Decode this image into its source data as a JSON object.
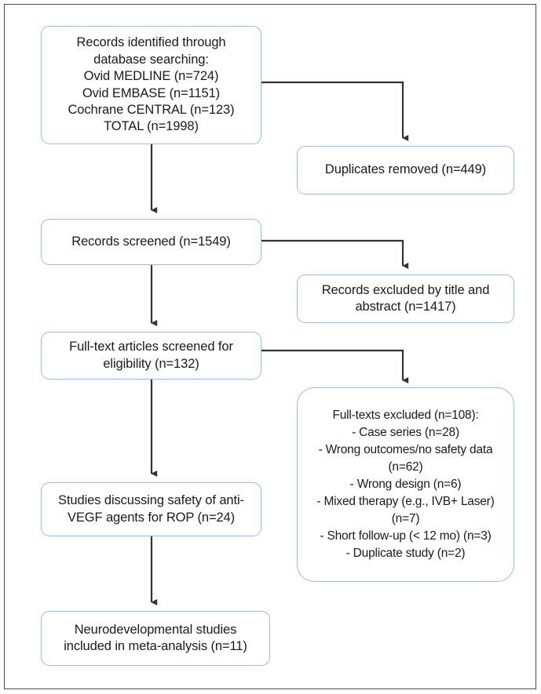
{
  "figure": {
    "type": "prisma-flow-diagram",
    "border_color": "#9dbbdd",
    "connector_color": "#333333",
    "frame_color": "#4a4a4a",
    "background": "#ffffff"
  },
  "nodes": {
    "identification": {
      "lines": [
        "Records identified through",
        "database searching:",
        "Ovid MEDLINE (n=724)",
        "Ovid EMBASE (n=1151)",
        "Cochrane CENTRAL (n=123)",
        "TOTAL (n=1998)"
      ]
    },
    "duplicates_removed": {
      "lines": [
        "Duplicates removed (n=449)"
      ]
    },
    "records_screened": {
      "lines": [
        "Records screened (n=1549)"
      ]
    },
    "records_excluded": {
      "lines": [
        "Records excluded by title and",
        "abstract (n=1417)"
      ]
    },
    "fulltext_screened": {
      "lines": [
        "Full-text articles screened for",
        "eligibility (n=132)"
      ]
    },
    "fulltext_excluded": {
      "lines": [
        "Full-texts excluded (n=108):",
        "- Case series (n=28)",
        "- Wrong outcomes/no safety data",
        "(n=62)",
        "- Wrong design (n=6)",
        "- Mixed therapy (e.g., IVB+ Laser)",
        "(n=7)",
        "- Short follow-up (< 12 mo) (n=3)",
        "- Duplicate study (n=2)"
      ]
    },
    "studies_included": {
      "lines": [
        "Studies discussing safety of anti-",
        "VEGF agents for ROP (n=24)"
      ]
    },
    "meta_analysis": {
      "lines": [
        "Neurodevelopmental studies",
        "included in meta-analysis (n=11)"
      ]
    }
  },
  "chart_data": {
    "type": "diagram",
    "title": "PRISMA study selection flow",
    "stages": [
      {
        "id": "identification",
        "label": "Records identified through database searching",
        "n": 1998,
        "sources": [
          {
            "name": "Ovid MEDLINE",
            "n": 724
          },
          {
            "name": "Ovid EMBASE",
            "n": 1151
          },
          {
            "name": "Cochrane CENTRAL",
            "n": 123
          }
        ]
      },
      {
        "id": "duplicates_removed",
        "label": "Duplicates removed",
        "n": 449
      },
      {
        "id": "records_screened",
        "label": "Records screened",
        "n": 1549
      },
      {
        "id": "records_excluded",
        "label": "Records excluded by title and abstract",
        "n": 1417
      },
      {
        "id": "fulltext_screened",
        "label": "Full-text articles screened for eligibility",
        "n": 132
      },
      {
        "id": "fulltext_excluded",
        "label": "Full-texts excluded",
        "n": 108,
        "reasons": [
          {
            "name": "Case series",
            "n": 28
          },
          {
            "name": "Wrong outcomes/no safety data",
            "n": 62
          },
          {
            "name": "Wrong design",
            "n": 6
          },
          {
            "name": "Mixed therapy (e.g., IVB+ Laser)",
            "n": 7
          },
          {
            "name": "Short follow-up (< 12 mo)",
            "n": 3
          },
          {
            "name": "Duplicate study",
            "n": 2
          }
        ]
      },
      {
        "id": "studies_included",
        "label": "Studies discussing safety of anti-VEGF agents for ROP",
        "n": 24
      },
      {
        "id": "meta_analysis",
        "label": "Neurodevelopmental studies included in meta-analysis",
        "n": 11
      }
    ],
    "edges": [
      {
        "from": "identification",
        "to": "records_screened",
        "kind": "vertical"
      },
      {
        "from": "identification",
        "to": "duplicates_removed",
        "kind": "elbow"
      },
      {
        "from": "records_screened",
        "to": "fulltext_screened",
        "kind": "vertical"
      },
      {
        "from": "records_screened",
        "to": "records_excluded",
        "kind": "elbow"
      },
      {
        "from": "fulltext_screened",
        "to": "studies_included",
        "kind": "vertical"
      },
      {
        "from": "fulltext_screened",
        "to": "fulltext_excluded",
        "kind": "elbow"
      },
      {
        "from": "studies_included",
        "to": "meta_analysis",
        "kind": "vertical"
      }
    ]
  }
}
